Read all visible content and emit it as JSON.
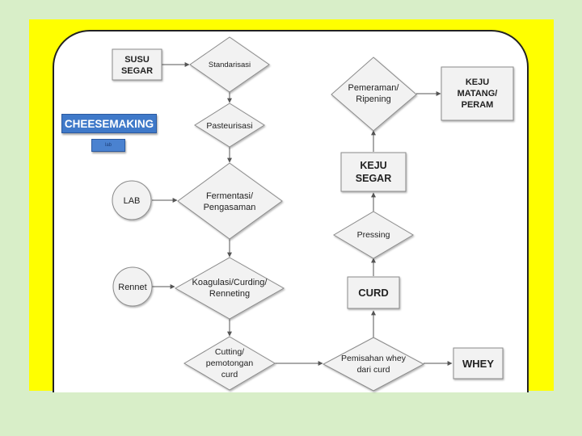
{
  "colors": {
    "background": "#d8eec8",
    "panel": "#ffff00",
    "card": "#ffffff",
    "node_fill": "#f2f2f2",
    "node_stroke": "#8a8a8a",
    "arrow": "#555555",
    "badge": "#3f79c9"
  },
  "badge": {
    "title": "CHEESEMAKING",
    "small_label": "lab"
  },
  "nodes": {
    "susu_segar": [
      "SUSU",
      "SEGAR"
    ],
    "standarisasi": [
      "Standarisasi"
    ],
    "pasteurisasi": [
      "Pasteurisasi"
    ],
    "lab": [
      "LAB"
    ],
    "fermentasi": [
      "Fermentasi/",
      "Pengasaman"
    ],
    "rennet": [
      "Rennet"
    ],
    "koagulasi": [
      "Koagulasi/Curding/",
      "Renneting"
    ],
    "cutting": [
      "Cutting/",
      "pemotongan",
      "curd"
    ],
    "pemisahan": [
      "Pemisahan whey",
      "dari curd"
    ],
    "whey": [
      "WHEY"
    ],
    "curd": [
      "CURD"
    ],
    "pressing": [
      "Pressing"
    ],
    "keju_segar": [
      "KEJU",
      "SEGAR"
    ],
    "pemeraman": [
      "Pemeraman/",
      "Ripening"
    ],
    "keju_matang": [
      "KEJU",
      "MATANG/",
      "PERAM"
    ]
  }
}
